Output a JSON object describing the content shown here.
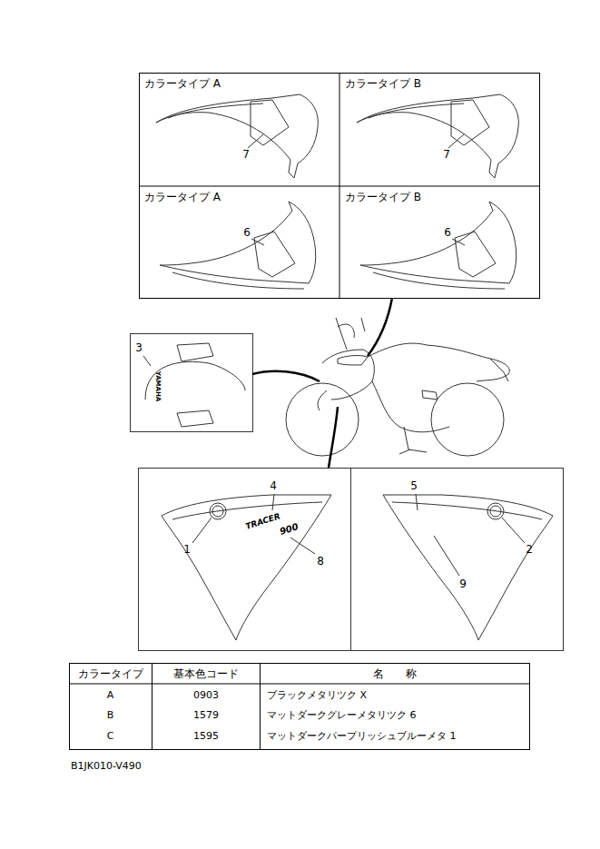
{
  "diagram": {
    "nodes": [
      {
        "text": [
          "カラータイプ A"
        ]
      },
      {
        "text": [
          "カラータイプ B"
        ]
      },
      {
        "text": [
          "カラータイプ A"
        ]
      },
      {
        "text": [
          "カラータイプ B"
        ]
      }
    ],
    "labels": [
      "7",
      "7",
      "6",
      "6",
      "3",
      "YAMAHA",
      "4",
      "1",
      "8",
      "TRACER",
      "900",
      "5",
      "2",
      "9",
      "カラータイプ",
      "基本色コード",
      "名　　称",
      "A",
      "0903",
      "ブラックメタリツク X",
      "B",
      "1579",
      "マットダークグレーメタリツク 6",
      "C",
      "1595",
      "マットダークパープリッシュブルーメタ 1",
      "B1JK010-V490"
    ]
  }
}
